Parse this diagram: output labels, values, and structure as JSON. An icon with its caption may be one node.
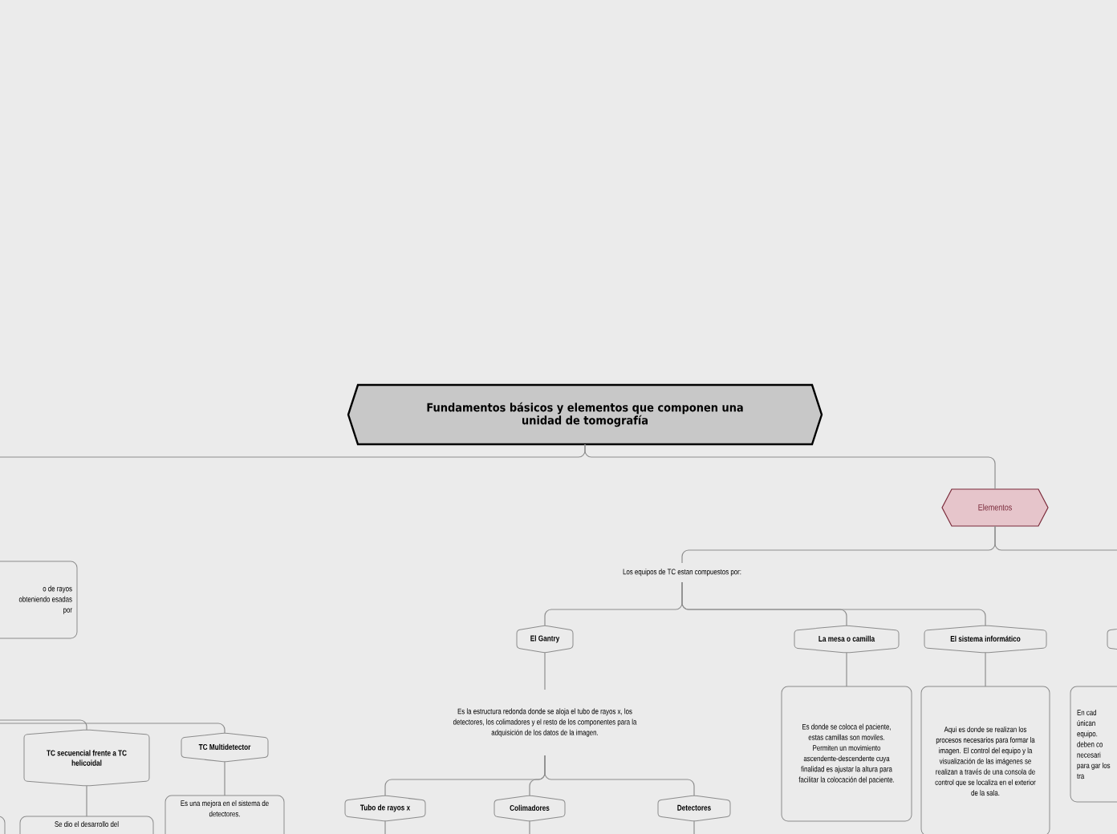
{
  "diagram": {
    "nodes": [
      {
        "text": [
          "Fundamentos básicos y elementos que componen una unidad de tomografía"
        ]
      },
      {
        "text": [
          "Elementos"
        ]
      },
      {
        "text": [
          "o de rayos obteniendo esadas por"
        ]
      },
      {
        "text": [
          "Los equipos de TC estan compuestos por:"
        ]
      },
      {
        "text": [
          "El Gantry"
        ]
      },
      {
        "text": [
          "La mesa o camilla"
        ]
      },
      {
        "text": [
          "El sistema informático"
        ]
      },
      {
        "text": [],
        "shape": "hexagon"
      },
      {
        "text": [
          "Es la estructura redonda donde se aloja el tubo de rayos x, los detectores, los colimadores y el resto de los componentes para la adquisición de los datos de la imagen."
        ]
      },
      {
        "text": [
          "Tubo de rayos x"
        ]
      },
      {
        "text": [
          "Colimadores"
        ]
      },
      {
        "text": [
          "Detectores"
        ]
      },
      {
        "text": [
          "Es donde se coloca el paciente, estas camillas son moviles. Permiten un movimiento ascendente-descendente cuya finalidad es ajustar la altura para facilitar la colocación del paciente."
        ]
      },
      {
        "text": [
          "Aqui es donde se realizan los procesos necesarios para formar la imagen. El control del equipo y la visualización de las imágenes se realizan a través de una consola de control que se localiza en el exterior de la sala."
        ]
      },
      {
        "text": [
          "En cad únican equipo. deben co necesari para gar los tra"
        ]
      },
      {
        "text": [
          "TC secuencial frente a TC helicoidal"
        ]
      },
      {
        "text": [
          "TC Multidetector"
        ]
      },
      {
        "text": [
          "Se dio el desarrollo del"
        ]
      },
      {
        "text": [
          "Es una mejora en el sistema de detectores."
        ]
      },
      {
        "text": [],
        "shape": "box"
      }
    ],
    "edges": [
      {
        "from": 0,
        "to": 1,
        "arrow": "none"
      },
      {
        "from": 0,
        "to": null,
        "arrow": "none"
      },
      {
        "from": 1,
        "to": 3,
        "arrow": "none"
      },
      {
        "from": 1,
        "to": 7,
        "arrow": "none"
      },
      {
        "from": 3,
        "to": 4,
        "arrow": "none"
      },
      {
        "from": 3,
        "to": 5,
        "arrow": "none"
      },
      {
        "from": 3,
        "to": 6,
        "arrow": "none"
      },
      {
        "from": 4,
        "to": 8,
        "arrow": "none"
      },
      {
        "from": 8,
        "to": 9,
        "arrow": "none"
      },
      {
        "from": 8,
        "to": 10,
        "arrow": "none"
      },
      {
        "from": 8,
        "to": 11,
        "arrow": "none"
      },
      {
        "from": 9,
        "to": null,
        "arrow": "none"
      },
      {
        "from": 10,
        "to": null,
        "arrow": "none"
      },
      {
        "from": 11,
        "to": null,
        "arrow": "none"
      },
      {
        "from": 5,
        "to": 12,
        "arrow": "none"
      },
      {
        "from": 6,
        "to": 13,
        "arrow": "none"
      },
      {
        "from": null,
        "to": 15,
        "arrow": "none"
      },
      {
        "from": null,
        "to": 16,
        "arrow": "none"
      },
      {
        "from": 15,
        "to": 17,
        "arrow": "none"
      },
      {
        "from": 16,
        "to": 18,
        "arrow": "none"
      }
    ]
  }
}
